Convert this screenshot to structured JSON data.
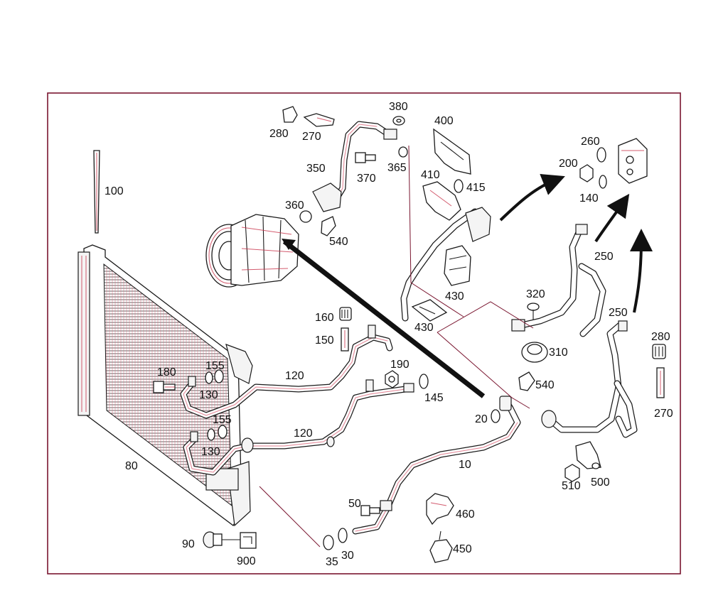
{
  "diagram": {
    "labels": {
      "p10": "10",
      "p20": "20",
      "p30": "30",
      "p35": "35",
      "p50": "50",
      "p80": "80",
      "p90": "90",
      "p100": "100",
      "p120a": "120",
      "p120b": "120",
      "p130a": "130",
      "p130b": "130",
      "p140": "140",
      "p145": "145",
      "p150": "150",
      "p155a": "155",
      "p155b": "155",
      "p160": "160",
      "p180": "180",
      "p190": "190",
      "p200": "200",
      "p250a": "250",
      "p250b": "250",
      "p260": "260",
      "p270a": "270",
      "p270b": "270",
      "p280a": "280",
      "p280b": "280",
      "p310": "310",
      "p320": "320",
      "p350": "350",
      "p360": "360",
      "p365": "365",
      "p370": "370",
      "p380": "380",
      "p400": "400",
      "p410": "410",
      "p415": "415",
      "p430a": "430",
      "p430b": "430",
      "p450": "450",
      "p460": "460",
      "p500": "500",
      "p510": "510",
      "p540a": "540",
      "p540b": "540",
      "p900": "900"
    }
  }
}
